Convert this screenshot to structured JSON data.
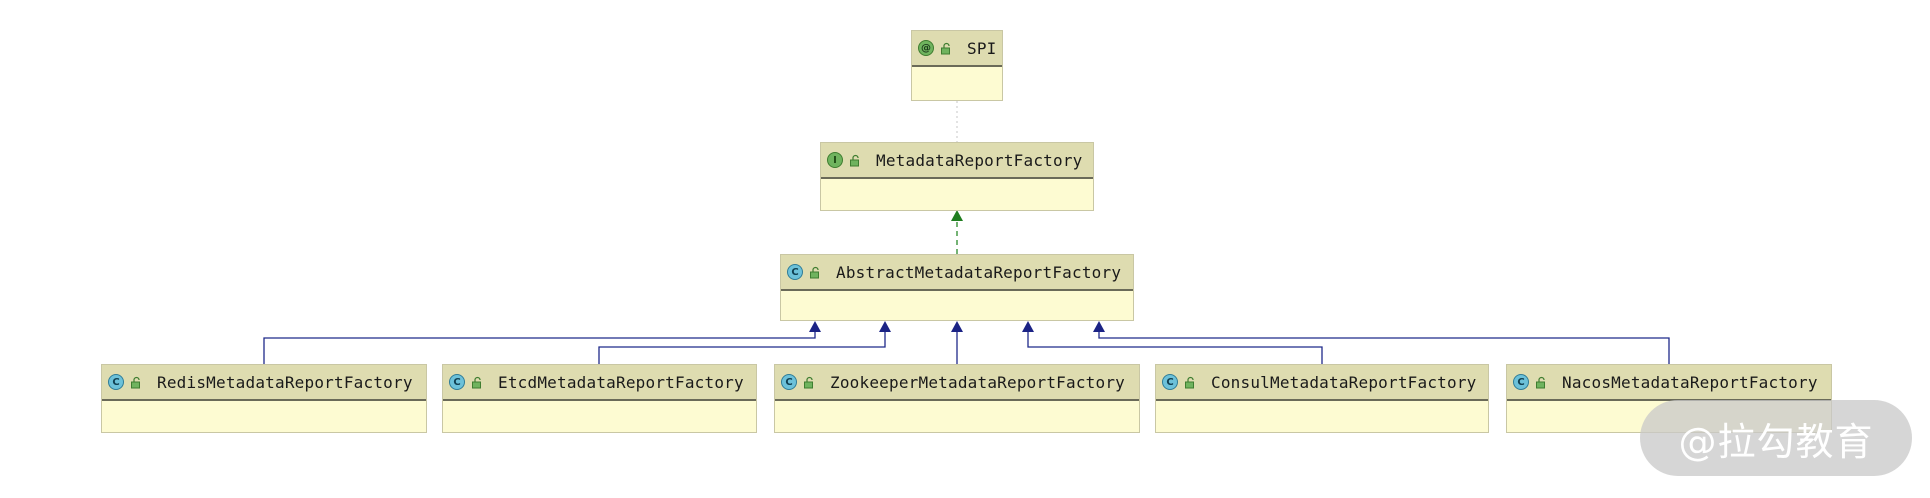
{
  "nodes": {
    "spi": {
      "name": "SPI",
      "badge": "@",
      "kind": "annotation"
    },
    "metadata_report_factory": {
      "name": "MetadataReportFactory",
      "badge": "I",
      "kind": "interface"
    },
    "abstract_metadata_report_factory": {
      "name": "AbstractMetadataReportFactory",
      "badge": "C",
      "kind": "class"
    },
    "redis_metadata_report_factory": {
      "name": "RedisMetadataReportFactory",
      "badge": "C",
      "kind": "class"
    },
    "etcd_metadata_report_factory": {
      "name": "EtcdMetadataReportFactory",
      "badge": "C",
      "kind": "class"
    },
    "zookeeper_metadata_report_factory": {
      "name": "ZookeeperMetadataReportFactory",
      "badge": "C",
      "kind": "class"
    },
    "consul_metadata_report_factory": {
      "name": "ConsulMetadataReportFactory",
      "badge": "C",
      "kind": "class"
    },
    "nacos_metadata_report_factory": {
      "name": "NacosMetadataReportFactory",
      "badge": "C",
      "kind": "class"
    }
  },
  "edges": [
    {
      "from": "spi",
      "to": "metadata_report_factory",
      "type": "annotation",
      "color": "#cccccc"
    },
    {
      "from": "abstract_metadata_report_factory",
      "to": "metadata_report_factory",
      "type": "implements",
      "color": "#2a8a2a"
    },
    {
      "from": "redis_metadata_report_factory",
      "to": "abstract_metadata_report_factory",
      "type": "extends",
      "color": "#1f2a8a"
    },
    {
      "from": "etcd_metadata_report_factory",
      "to": "abstract_metadata_report_factory",
      "type": "extends",
      "color": "#1f2a8a"
    },
    {
      "from": "zookeeper_metadata_report_factory",
      "to": "abstract_metadata_report_factory",
      "type": "extends",
      "color": "#1f2a8a"
    },
    {
      "from": "consul_metadata_report_factory",
      "to": "abstract_metadata_report_factory",
      "type": "extends",
      "color": "#1f2a8a"
    },
    {
      "from": "nacos_metadata_report_factory",
      "to": "abstract_metadata_report_factory",
      "type": "extends",
      "color": "#1f2a8a"
    }
  ],
  "watermark": {
    "text": "@拉勾教育"
  }
}
